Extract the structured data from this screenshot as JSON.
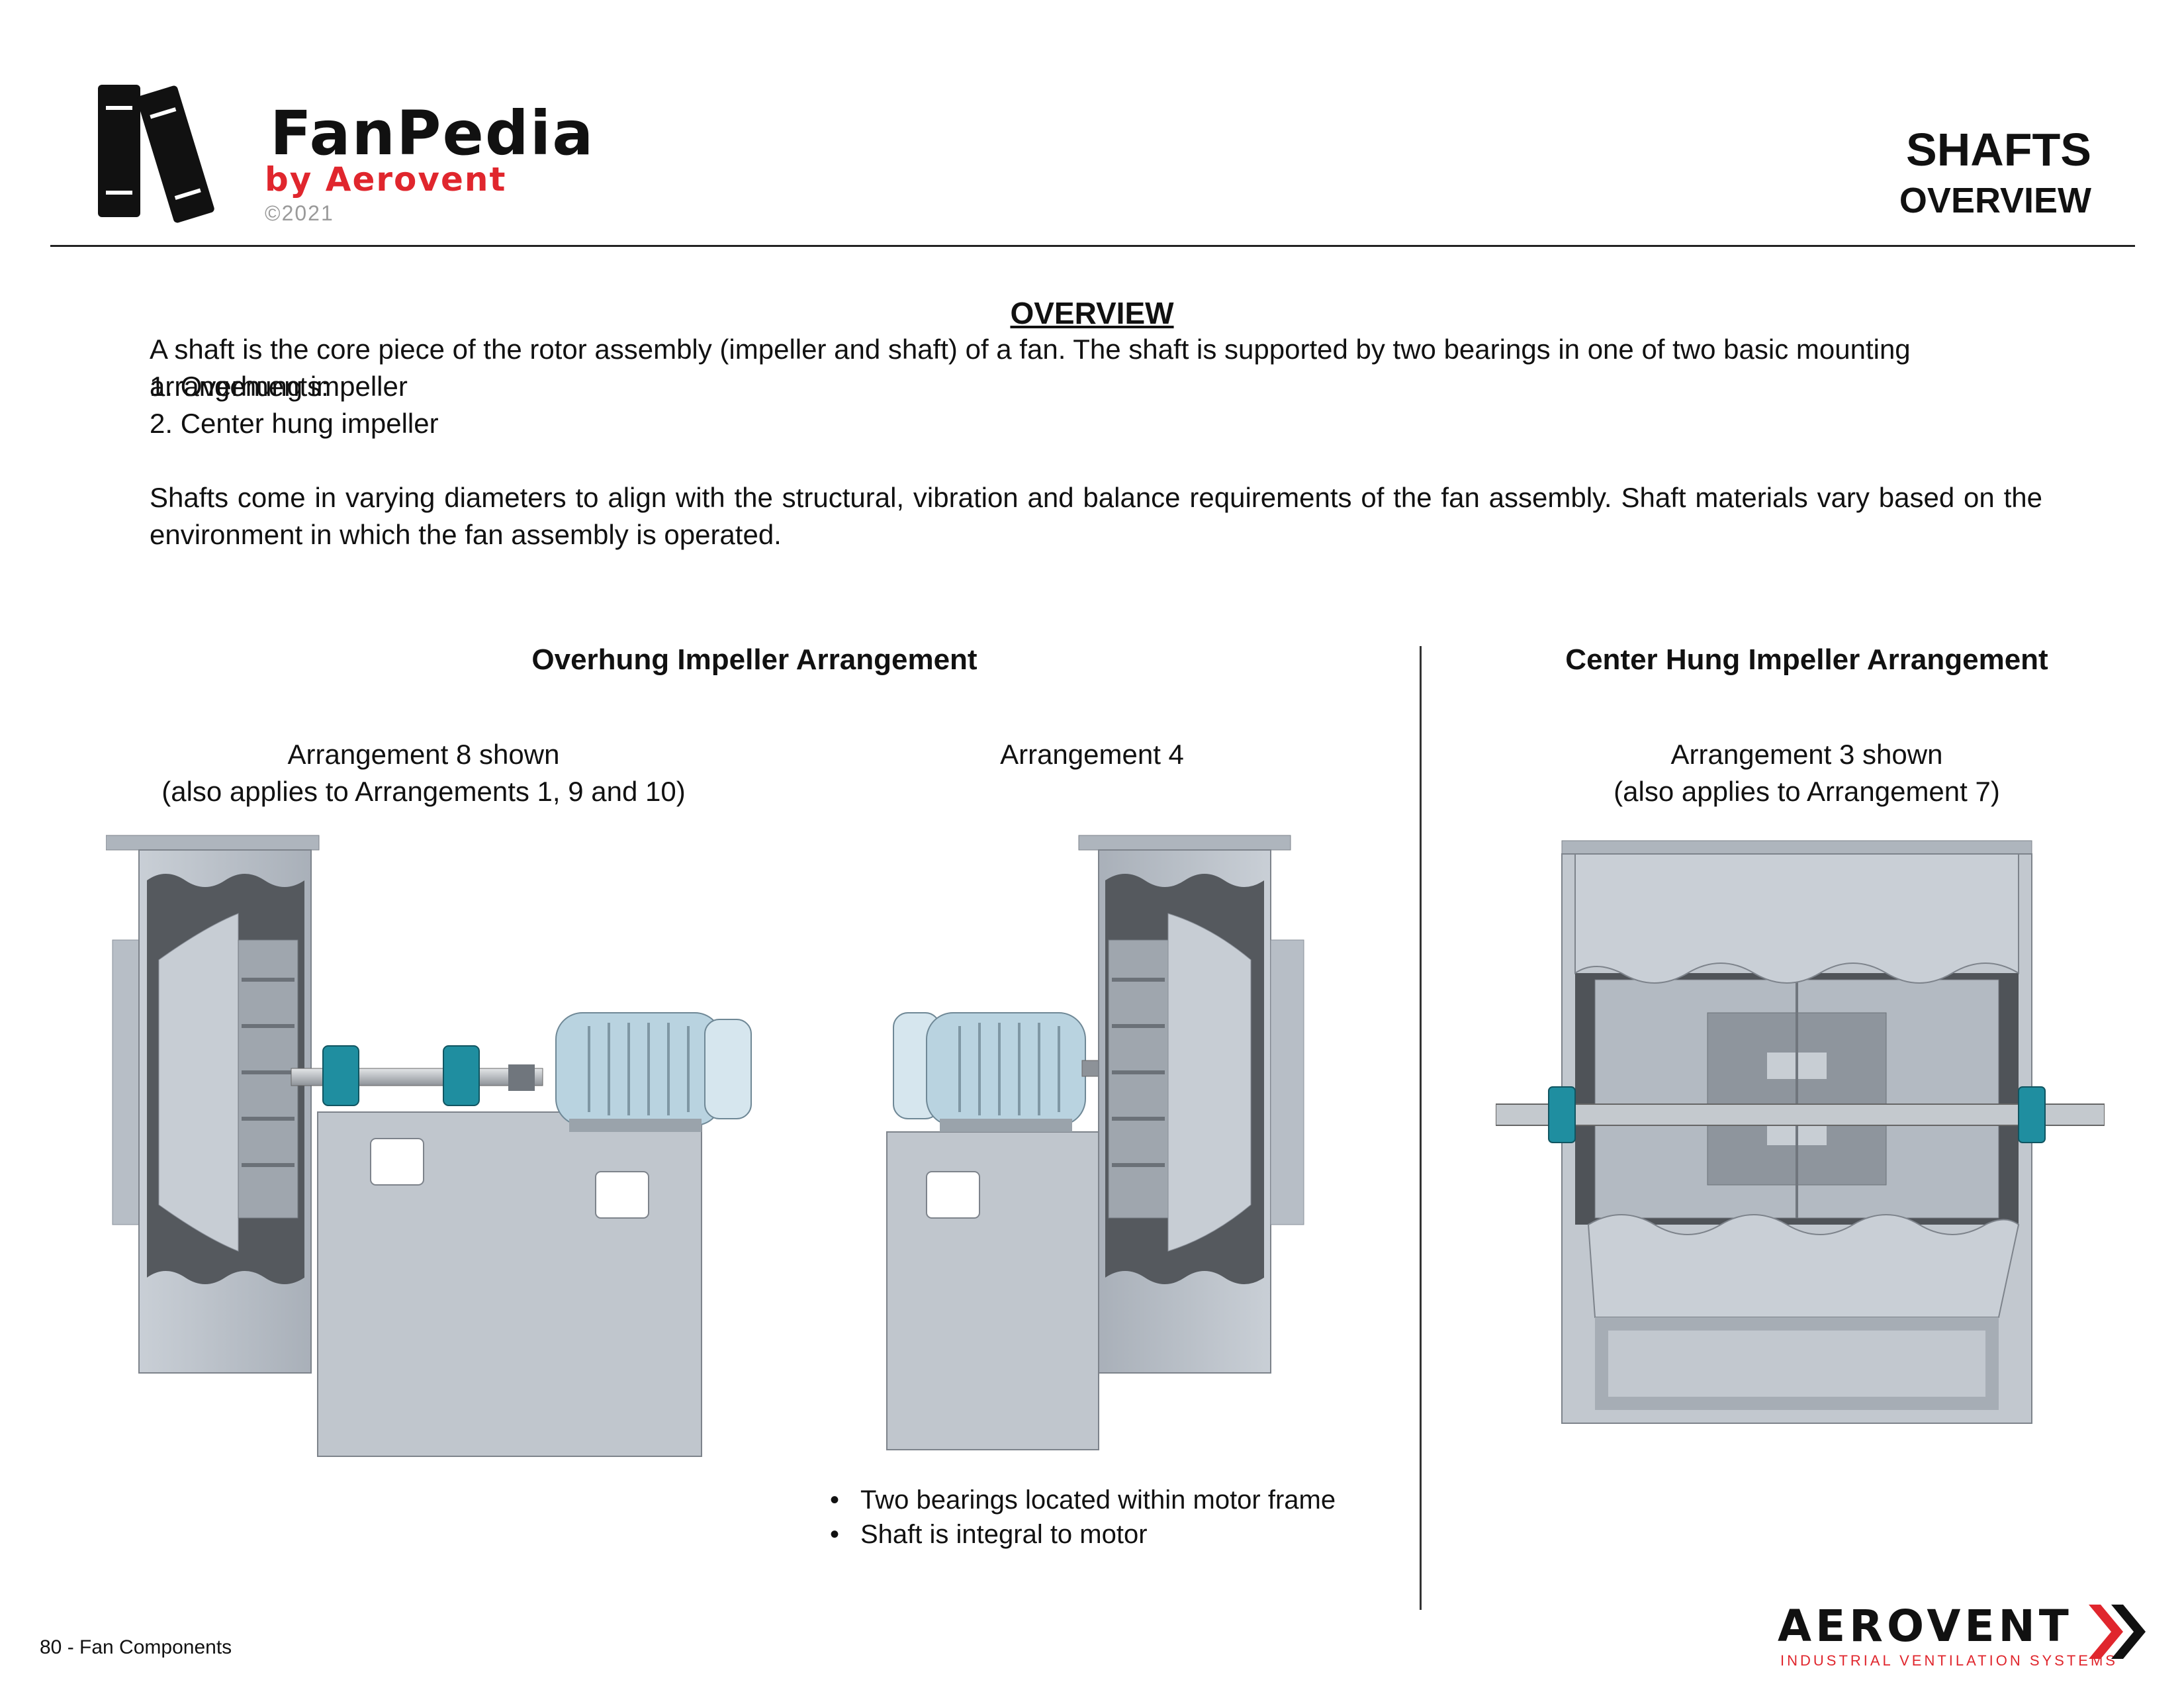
{
  "logo": {
    "title": "FanPedia",
    "by": "by Aerovent",
    "copyright": "©2021"
  },
  "header": {
    "title": "SHAFTS",
    "subtitle": "OVERVIEW"
  },
  "overview": {
    "heading": "OVERVIEW",
    "intro": "A shaft is the core piece of the rotor assembly (impeller and shaft) of a fan. The shaft is supported by two bearings in one of two basic mounting arrangements:",
    "items": [
      "1.  Overhung impeller",
      "2.  Center hung impeller"
    ],
    "paragraph": "Shafts come in varying diameters to align with the structural, vibration and balance requirements of the fan assembly. Shaft materials vary based on the environment in which the fan assembly is operated."
  },
  "sections": {
    "overhung_title": "Overhung Impeller Arrangement",
    "center_title": "Center Hung Impeller Arrangement",
    "arr8_line1": "Arrangement 8 shown",
    "arr8_line2": "(also applies to Arrangements 1, 9 and 10)",
    "arr4": "Arrangement 4",
    "arr3_line1": "Arrangement 3 shown",
    "arr3_line2": "(also applies to Arrangement 7)",
    "arr4_bullets": [
      "Two bearings located within motor frame",
      "Shaft is integral to motor"
    ]
  },
  "footer": {
    "page": "80 - Fan Components",
    "brand": "AEROVENT",
    "tagline": "INDUSTRIAL VENTILATION SYSTEMS"
  },
  "colors": {
    "accent_red": "#e0262d",
    "bearing_teal": "#1f8ea0",
    "housing_grey": "#b9c0c8"
  }
}
